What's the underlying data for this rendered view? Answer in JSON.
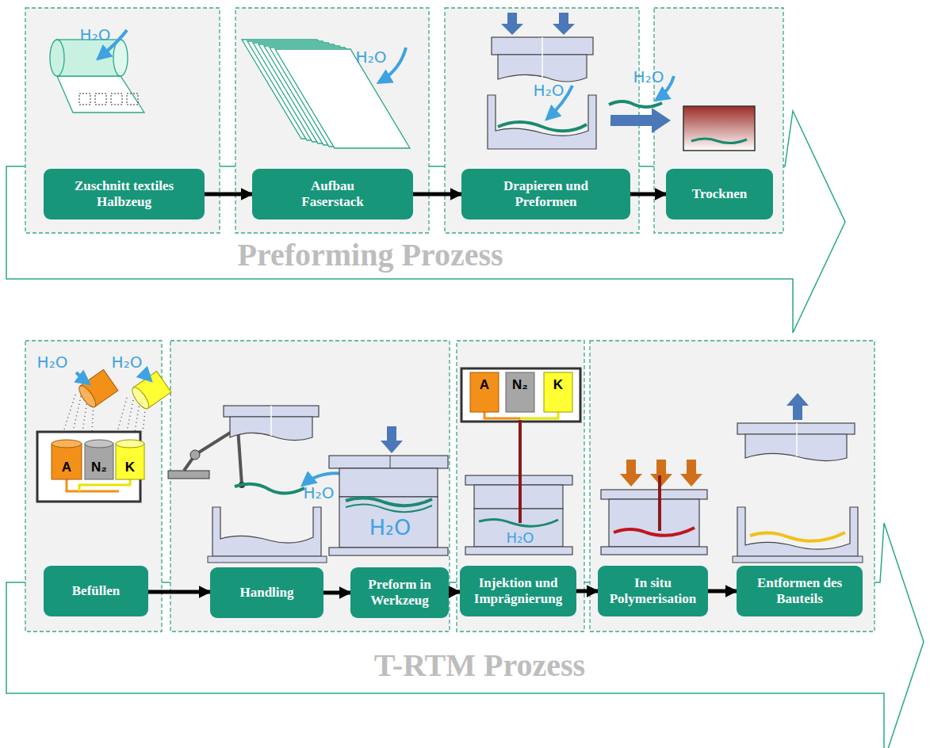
{
  "diagram": {
    "nodes": [
      {
        "text": [
          "Zuschnitt textiles Halbzeug"
        ]
      },
      {
        "text": [
          "Aufbau Faserstack"
        ]
      },
      {
        "text": [
          "Drapieren und Preformen"
        ]
      },
      {
        "text": [
          "Trocknen"
        ]
      },
      {
        "text": [
          "Befüllen"
        ]
      },
      {
        "text": [
          "Handling"
        ]
      },
      {
        "text": [
          "Preform in Werkzeug"
        ]
      },
      {
        "text": [
          "Injektion und Imprägnierung"
        ]
      },
      {
        "text": [
          "In situ Polymerisation"
        ]
      },
      {
        "text": [
          "Entformen des Bauteils"
        ]
      }
    ],
    "edges": [
      {
        "from": 0,
        "to": 1,
        "arrow": "to"
      },
      {
        "from": 1,
        "to": 2,
        "arrow": "to"
      },
      {
        "from": 2,
        "to": 3,
        "arrow": "to"
      },
      {
        "from": 4,
        "to": 5,
        "arrow": "to"
      },
      {
        "from": 5,
        "to": 6,
        "arrow": "to"
      },
      {
        "from": 6,
        "to": 7,
        "arrow": "to"
      },
      {
        "from": 7,
        "to": 8,
        "arrow": "to"
      },
      {
        "from": 8,
        "to": 9,
        "arrow": "to"
      }
    ],
    "labels": [
      "H₂O",
      "H₂O",
      "H₂O",
      "H₂O",
      "Preforming Prozess",
      "H₂O",
      "H₂O",
      "A",
      "N₂",
      "K",
      "H₂O",
      "H₂O",
      "A",
      "N₂",
      "K",
      "H₂O",
      "T-RTM Prozess"
    ]
  }
}
